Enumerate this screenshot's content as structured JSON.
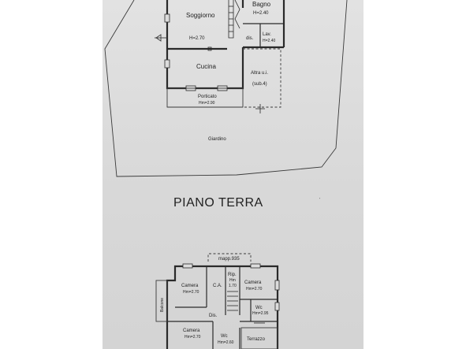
{
  "ground_floor": {
    "title": "PIANO TERRA",
    "rooms": {
      "soggiorno": {
        "name": "Soggiorno",
        "height": "H=2.70"
      },
      "bagno": {
        "name": "Bagno",
        "height": "H=2.40"
      },
      "lav": {
        "name": "Lav.",
        "height": "H=2.40"
      },
      "dis": {
        "name": "dis."
      },
      "cucina": {
        "name": "Cucina"
      },
      "altra": {
        "name": "Altra u.i.",
        "sub": "(sub.4)"
      },
      "porticato": {
        "name": "Porticato",
        "height": "Hm=2.90"
      },
      "giardino": {
        "name": "Giardino"
      }
    }
  },
  "upper_floor": {
    "parcel": "mapp.935",
    "rooms": {
      "camera_nw": {
        "name": "Camera",
        "height": "Hm=2.70"
      },
      "ca": {
        "name": "C.A."
      },
      "rip": {
        "name": "Rip.",
        "height_a": "Hm",
        "height_b": "1.70"
      },
      "camera_ne": {
        "name": "Camera",
        "height": "Hm=2.70"
      },
      "balcone": {
        "name": "Balcone"
      },
      "wc_e": {
        "name": "Wc",
        "height": "Hm=2.95"
      },
      "dis": {
        "name": "Dis."
      },
      "camera_sw": {
        "name": "Camera",
        "height": "Hm=2.70"
      },
      "wc_s": {
        "name": "Wc",
        "height": "Hm=2.60"
      },
      "terrazzo": {
        "name": "Terrazzo"
      }
    }
  }
}
